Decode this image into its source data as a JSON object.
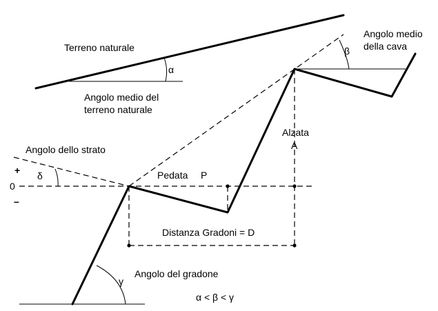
{
  "labels": {
    "terreno_naturale": "Terreno naturale",
    "angolo_medio_terreno_1": "Angolo medio del",
    "angolo_medio_terreno_2": "terreno naturale",
    "angolo_medio_cava_1": "Angolo medio",
    "angolo_medio_cava_2": "della cava",
    "angolo_strato": "Angolo dello strato",
    "alzata_1": "Alzata",
    "alzata_2": "A",
    "pedata": "Pedata",
    "pedata_symbol": "P",
    "distanza": "Distanza Gradoni = D",
    "angolo_gradone": "Angolo del gradone",
    "relation": "α < β < γ",
    "plus": "+",
    "zero": "0",
    "minus": "–"
  },
  "symbols": {
    "alpha": "α",
    "beta": "β",
    "delta": "δ",
    "gamma": "γ"
  }
}
